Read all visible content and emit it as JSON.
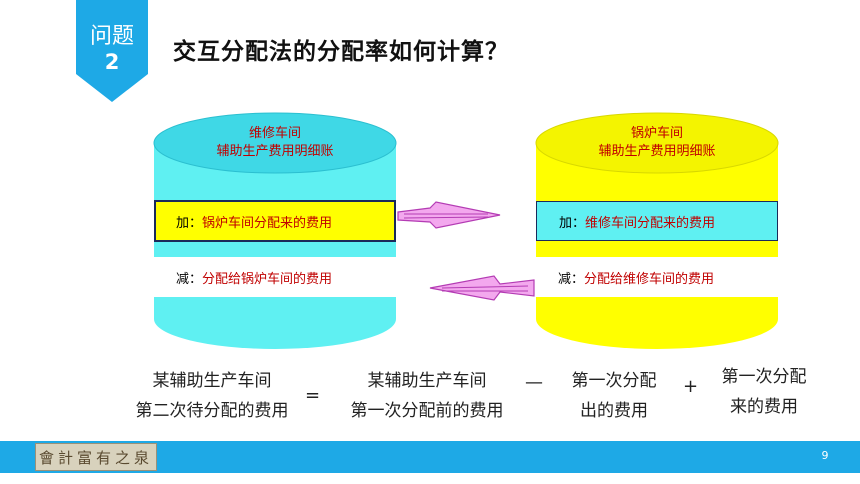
{
  "badge": {
    "label": "问题",
    "number": "2"
  },
  "title": "交互分配法的分配率如何计算？",
  "left_cylinder": {
    "title_line1": "维修车间",
    "title_line2": "辅助生产费用明细账",
    "add_prefix": "加：",
    "add_text": "锅炉车间分配来的费用",
    "sub_prefix": "减：",
    "sub_text": "分配给锅炉车间的费用",
    "fill": "#5ff0f2",
    "band_add_fill": "#ffff00"
  },
  "right_cylinder": {
    "title_line1": "锅炉车间",
    "title_line2": "辅助生产费用明细账",
    "add_prefix": "加：",
    "add_text": "维修车间分配来的费用",
    "sub_prefix": "减：",
    "sub_text": "分配给维修车间的费用",
    "fill": "#ffff00",
    "band_add_fill": "#5ff0f2"
  },
  "formula": {
    "term1_line1": "某辅助生产车间",
    "term1_line2": "第二次待分配的费用",
    "equals": "=",
    "term2_line1": "某辅助生产车间",
    "term2_line2": "第一次分配前的费用",
    "minus": "—",
    "term3_line1": "第一次分配",
    "term3_line2": "出的费用",
    "plus": "+",
    "term4_line1": "第一次分配",
    "term4_line2": "来的费用"
  },
  "footer": {
    "logo_text": "會計富有之泉",
    "page_number": "9",
    "color": "#1ea9e6"
  }
}
